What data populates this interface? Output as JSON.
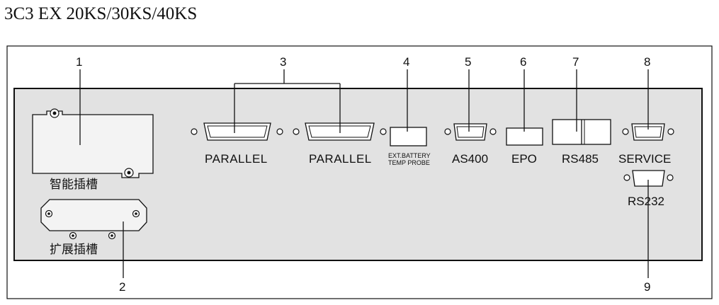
{
  "title": "3C3 EX 20KS/30KS/40KS",
  "callouts": {
    "n1": "1",
    "n2": "2",
    "n3": "3",
    "n4": "4",
    "n5": "5",
    "n6": "6",
    "n7": "7",
    "n8": "8",
    "n9": "9"
  },
  "labels": {
    "smart_slot": "智能插槽",
    "expansion_slot": "扩展插槽",
    "parallel_1": "PARALLEL",
    "parallel_2": "PARALLEL",
    "ext_battery_line1": "EXT.BATTERY",
    "ext_battery_line2": "TEMP PROBE",
    "as400": "AS400",
    "epo": "EPO",
    "rs485": "RS485",
    "service": "SERVICE",
    "rs232": "RS232"
  },
  "colors": {
    "panel_fill": "#e2e2e2",
    "slot_fill": "#f3f3f3",
    "stroke": "#111111"
  }
}
